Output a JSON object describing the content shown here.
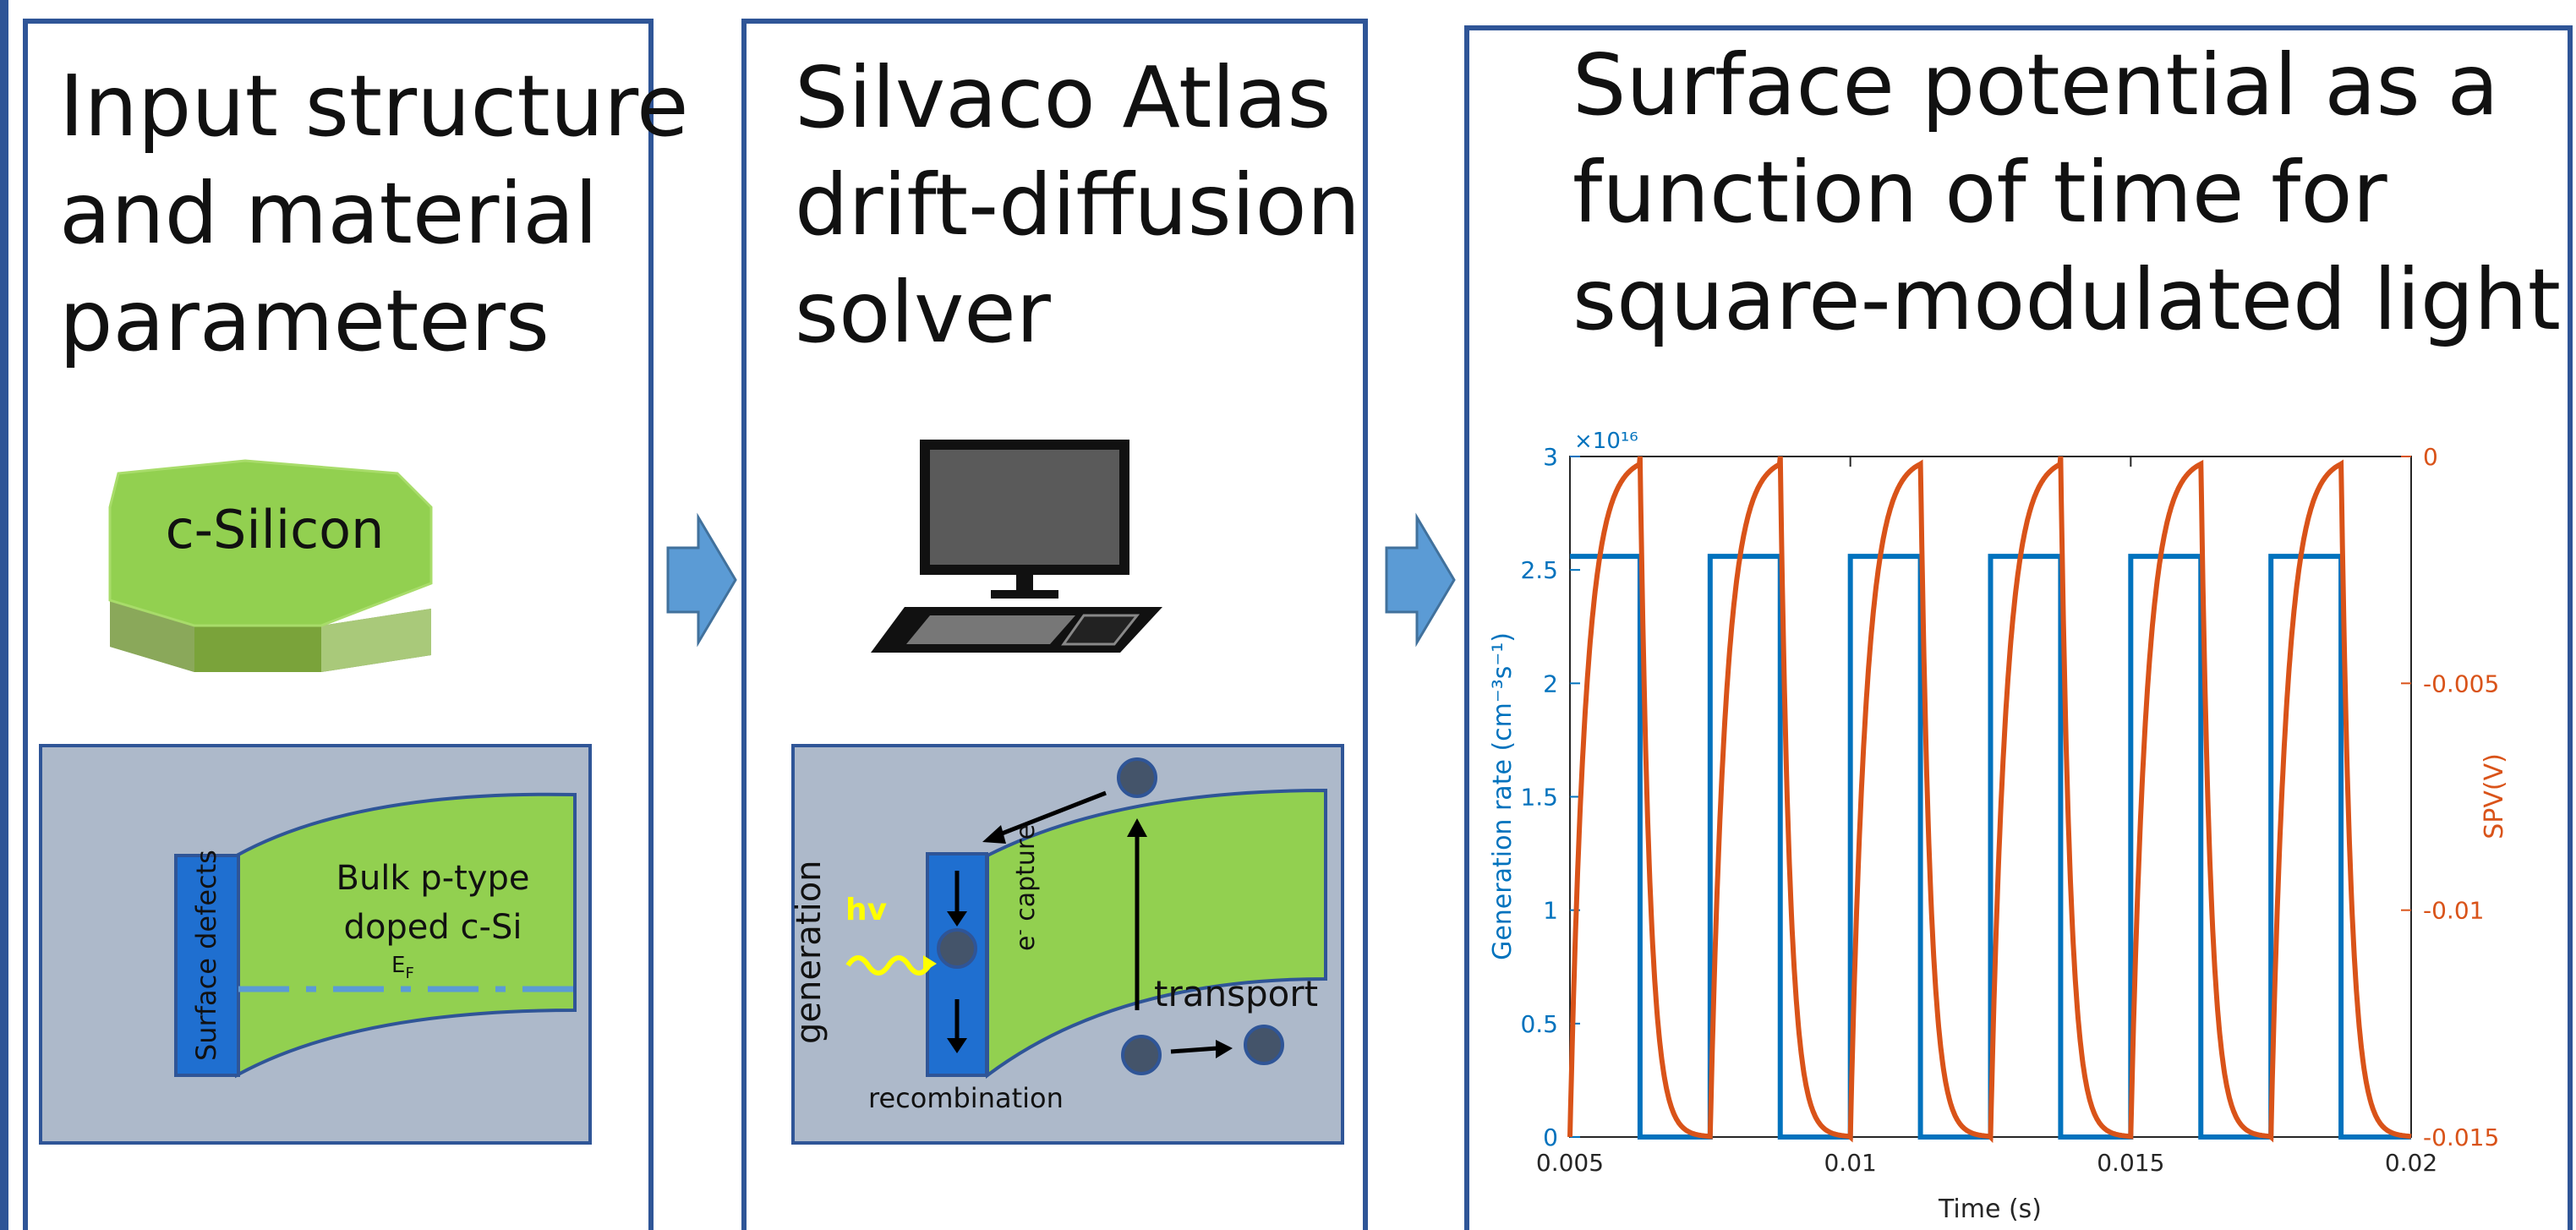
{
  "panels": {
    "input": {
      "title_lines": [
        "Input structure",
        "and material",
        "parameters"
      ],
      "crystal_label": "c-Silicon",
      "defects_label": "Surface defects",
      "bulk_label_lines": [
        "Bulk p-type",
        "doped c-Si"
      ],
      "fermi_label": "E",
      "fermi_sub": "F"
    },
    "solver": {
      "title_lines": [
        "Silvaco Atlas",
        "drift-diffusion",
        "solver"
      ],
      "generation_label": "generation",
      "hv_label": "hv",
      "capture_label": "e",
      "capture_sup": "-",
      "capture_rest": " capture",
      "transport_label": "transport",
      "recombination_label": "recombination"
    },
    "result": {
      "title_lines": [
        "Surface potential as a",
        "function of time for",
        "square-modulated light"
      ]
    }
  },
  "colors": {
    "frame": "#2f5597",
    "green": "#92d050",
    "panel_gray": "#adb9ca",
    "arrow_blue": "#5b9bd5",
    "defect_blue": "#1f6fd0",
    "gen_blue": "#0072bd",
    "spv_orange": "#d95319",
    "hv_yellow": "#ffff00"
  },
  "chart_data": {
    "type": "line",
    "xlabel": "Time (s)",
    "ylabel_left": "Generation rate (cm⁻³s⁻¹)",
    "ylabel_right": "SPV(V)",
    "left_exponent_label": "×10¹⁶",
    "xlim": [
      0.005,
      0.02
    ],
    "ylim_left": [
      0,
      3
    ],
    "ylim_right": [
      -0.015,
      0
    ],
    "x_ticks": [
      0.005,
      0.01,
      0.015,
      0.02
    ],
    "x_tick_labels": [
      "0.005",
      "0.01",
      "0.015",
      "0.02"
    ],
    "y_left_ticks": [
      0,
      0.5,
      1,
      1.5,
      2,
      2.5,
      3
    ],
    "y_left_tick_labels": [
      "0",
      "0.5",
      "1",
      "1.5",
      "2",
      "2.5",
      "3"
    ],
    "y_right_ticks": [
      -0.015,
      -0.01,
      -0.005,
      0
    ],
    "y_right_tick_labels": [
      "-0.015",
      "-0.01",
      "-0.005",
      "0"
    ],
    "series": [
      {
        "key": "generation",
        "axis": "left",
        "high": 2.56,
        "low": 0,
        "period": 0.0025,
        "first_on": 0.005,
        "on_duration": 0.00125
      },
      {
        "key": "spv",
        "axis": "right",
        "min": -0.015,
        "max": 0,
        "period": 0.0025,
        "first_on": 0.005,
        "on_duration": 0.00125
      }
    ]
  }
}
